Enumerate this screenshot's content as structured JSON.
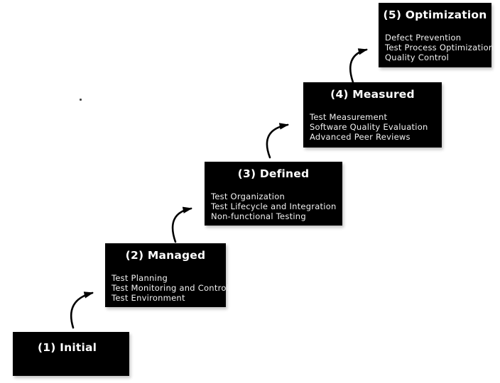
{
  "diagram": {
    "type": "staircase-maturity-model",
    "colors": {
      "background": "#ffffff",
      "box_background": "#000000",
      "box_text": "#ffffff",
      "arrow": "#000000"
    },
    "levels": [
      {
        "title": "(1) Initial",
        "items": []
      },
      {
        "title": "(2) Managed",
        "items": [
          "Test Planning",
          "Test Monitoring and Control",
          "Test Environment"
        ]
      },
      {
        "title": "(3) Defined",
        "items": [
          "Test Organization",
          "Test Lifecycle and Integration",
          "Non-functional Testing"
        ]
      },
      {
        "title": "(4) Measured",
        "items": [
          "Test Measurement",
          "Software Quality Evaluation",
          "Advanced Peer Reviews"
        ]
      },
      {
        "title": "(5) Optimization",
        "items": [
          "Defect Prevention",
          "Test Process Optimization",
          "Quality Control"
        ]
      }
    ]
  }
}
